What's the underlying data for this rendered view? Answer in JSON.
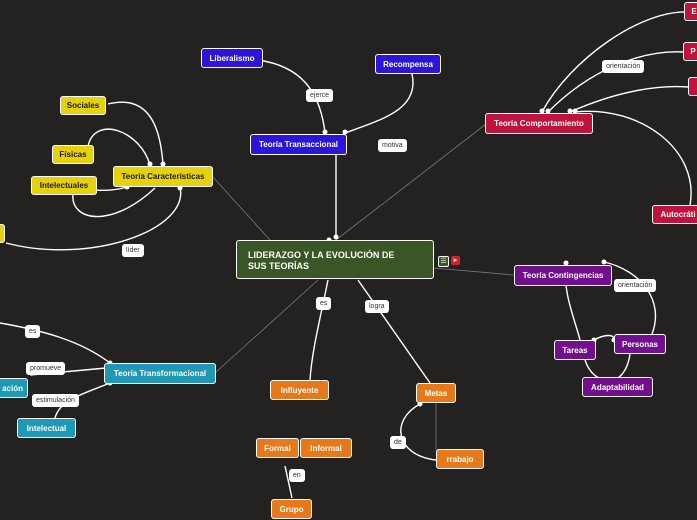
{
  "root": {
    "title": "LIDERAZGO Y LA EVOLUCIÓN DE\nSUS TEORÍAS"
  },
  "icons": {
    "notes": "notes-icon",
    "video": "video-icon"
  },
  "colors": {
    "background": "#242121",
    "root": "#3b5626",
    "yellow": "#e6d10e",
    "blue": "#2b15d9",
    "red": "#c0133c",
    "purple": "#720f8e",
    "teal": "#1f98b6",
    "orange": "#e8791a"
  },
  "nodes": {
    "teoria_caracteristicas": "Teoría Características",
    "sociales": "Sociales",
    "fisicas": "Físicas",
    "intelectuales": "Intelectuales",
    "teoria_transaccional": "Teoría Transaccional",
    "liberalismo": "Liberalismo",
    "recompensa": "Recompensa",
    "teoria_comportamiento": "Teoría Comportamiento",
    "red_top_1": "E",
    "red_top_2": "P",
    "autocratico": "Autocráti",
    "teoria_contingencias": "Teoría Contingencias",
    "tareas": "Tareas",
    "personas": "Personas",
    "adaptabilidad": "Adaptabilidad",
    "teoria_transformacional": "Teoría Transformacional",
    "transformacional_left": "ación",
    "intelectual": "Intelectual",
    "influyente": "Influyente",
    "formal": "Formal",
    "informal": "Informal",
    "grupo": "Grupo",
    "metas": "Metas",
    "trabajo": "rrabajo"
  },
  "labels": {
    "ejerce": "ejerce",
    "motiva": "motiva",
    "lider": "líder",
    "orientacion_top": "orientación",
    "orientacion_right": "orientación",
    "es_left": "es",
    "promueve": "promueve",
    "estimulacion": "estimulación",
    "es_bottom": "es",
    "logra": "logra",
    "en": "en",
    "de": "de"
  }
}
